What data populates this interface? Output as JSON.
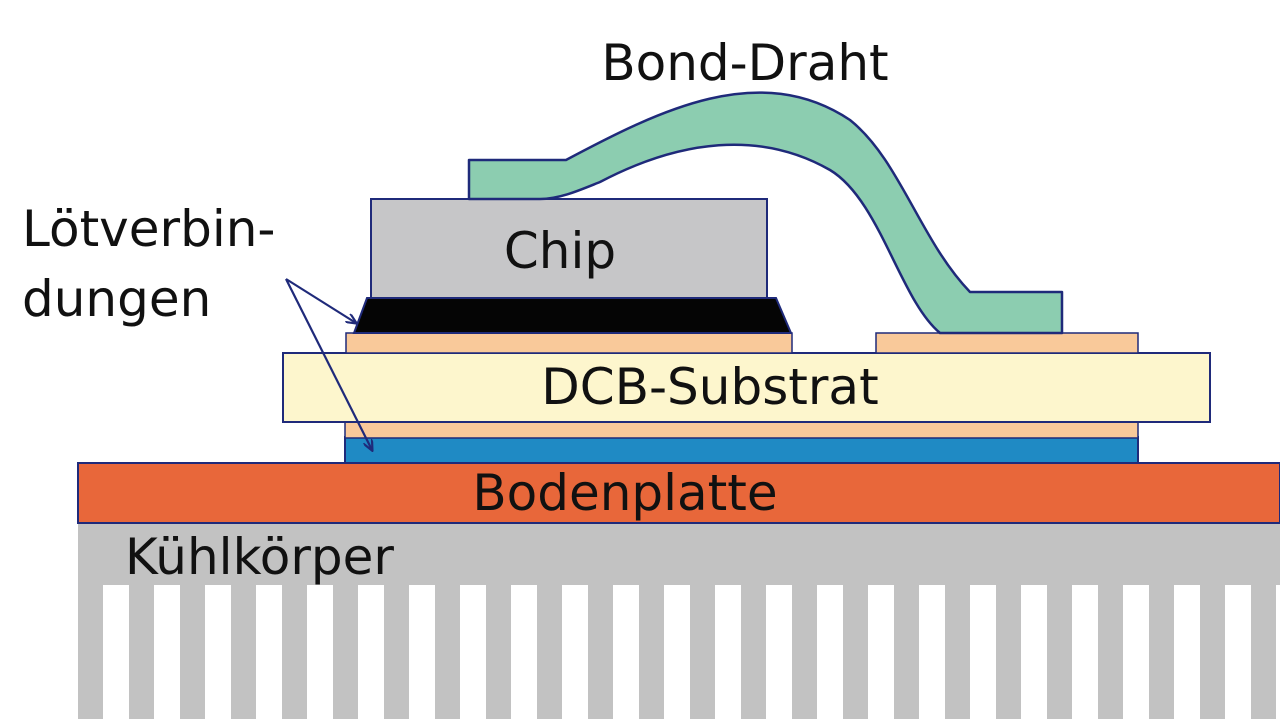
{
  "labels": {
    "bond_wire": "Bond-Draht",
    "chip": "Chip",
    "solder_line1": "Lötverbin-",
    "solder_line2": "dungen",
    "dcb": "DCB-Substrat",
    "baseplate": "Bodenplatte",
    "heatsink": "Kühlkörper"
  },
  "colors": {
    "chip": "#c6c6c8",
    "solder": "#050505",
    "copper_pad": "#f9c99a",
    "dcb": "#fdf6cd",
    "lower_layer": "#1f8ac4",
    "baseplate": "#e8673a",
    "heatsink": "#c2c2c2",
    "bond_wire": "#8ccdb0",
    "outline": "#1f2a7a"
  }
}
